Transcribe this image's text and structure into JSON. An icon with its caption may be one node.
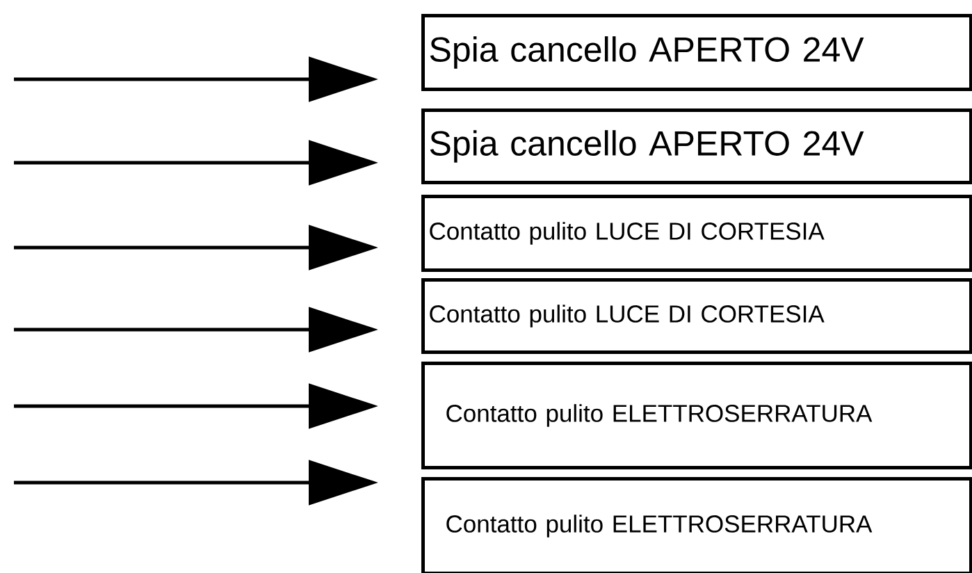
{
  "diagram": {
    "nodes": [
      {
        "text": [
          "Spia cancello APERTO 24V"
        ]
      },
      {
        "text": [
          "Spia cancello APERTO 24V"
        ]
      },
      {
        "text": [
          "Contatto pulito LUCE DI CORTESIA"
        ]
      },
      {
        "text": [
          "Contatto pulito LUCE DI CORTESIA"
        ]
      },
      {
        "text": [
          "Contatto pulito ELETTROSERRATURA"
        ]
      },
      {
        "text": [
          "Contatto pulito ELETTROSERRATURA"
        ]
      }
    ],
    "edges": [
      {
        "from": null,
        "to": 0,
        "arrow": "to"
      },
      {
        "from": null,
        "to": 1,
        "arrow": "to"
      },
      {
        "from": null,
        "to": 2,
        "arrow": "to"
      },
      {
        "from": null,
        "to": 3,
        "arrow": "to"
      },
      {
        "from": null,
        "to": 4,
        "arrow": "to"
      },
      {
        "from": null,
        "to": 5,
        "arrow": "to"
      }
    ]
  }
}
